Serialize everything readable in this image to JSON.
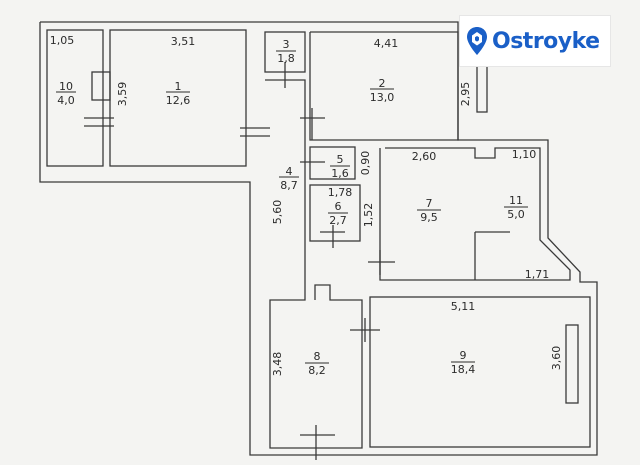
{
  "brand": {
    "name": "Ostroyke",
    "color": "#1a5fc7",
    "icon": "map-pin-icon"
  },
  "rooms": [
    {
      "id": "room-1",
      "number": "1",
      "area": "12,6"
    },
    {
      "id": "room-2",
      "number": "2",
      "area": "13,0"
    },
    {
      "id": "room-3",
      "number": "3",
      "area": "1,8"
    },
    {
      "id": "room-4",
      "number": "4",
      "area": "8,7"
    },
    {
      "id": "room-5",
      "number": "5",
      "area": "1,6"
    },
    {
      "id": "room-6",
      "number": "6",
      "area": "2,7"
    },
    {
      "id": "room-7",
      "number": "7",
      "area": "9,5"
    },
    {
      "id": "room-8",
      "number": "8",
      "area": "8,2"
    },
    {
      "id": "room-9",
      "number": "9",
      "area": "18,4"
    },
    {
      "id": "room-10",
      "number": "10",
      "area": "4,0"
    },
    {
      "id": "room-11",
      "number": "11",
      "area": "5,0"
    }
  ],
  "dimensions": {
    "d_1_05": "1,05",
    "d_3_51": "3,51",
    "d_3_59": "3,59",
    "d_4_41": "4,41",
    "d_2_95": "2,95",
    "d_2_60": "2,60",
    "d_1_10": "1,10",
    "d_0_90": "0,90",
    "d_1_78": "1,78",
    "d_1_52": "1,52",
    "d_5_60": "5,60",
    "d_1_71": "1,71",
    "d_5_11": "5,11",
    "d_3_48": "3,48",
    "d_3_60": "3,60"
  }
}
